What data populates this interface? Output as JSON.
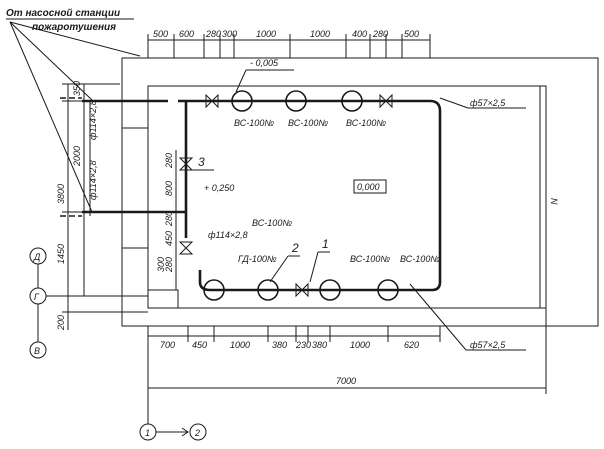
{
  "title_line1": "От насосной станции",
  "title_line2": "пожаротушения",
  "level_top": "- 0,005",
  "level_mid": "+ 0,250",
  "floor_level": "0,000",
  "pipe_right_top": "ф57×2,5",
  "pipe_right_bottom": "ф57×2,5",
  "pipe_left_1": "ф114×2,8",
  "pipe_left_2": "ф114×2,8",
  "pipe_left_3": "ф114×2,8",
  "top_dims": [
    "500",
    "600",
    "280",
    "300",
    "1000",
    "1000",
    "400",
    "280",
    "500"
  ],
  "bottom_dims": [
    "700",
    "450",
    "1000",
    "380",
    "230",
    "380",
    "1000",
    "620"
  ],
  "overall_width": "7000",
  "left_dims": [
    "350",
    "2000",
    "3800",
    "1450",
    "200"
  ],
  "vert_dims": [
    "280",
    "800",
    "280",
    "450",
    "300",
    "280"
  ],
  "valves_top": [
    "ВС-100№",
    "ВС-100№",
    "ВС-100№"
  ],
  "valves_bottom": [
    "ВС-100№",
    "ГД-100№",
    "ВС-100№",
    "ВС-100№"
  ],
  "callouts": [
    "3",
    "2",
    "1"
  ],
  "axes": [
    "Д",
    "Г",
    "В",
    "1",
    "2"
  ],
  "side_mark": "N"
}
